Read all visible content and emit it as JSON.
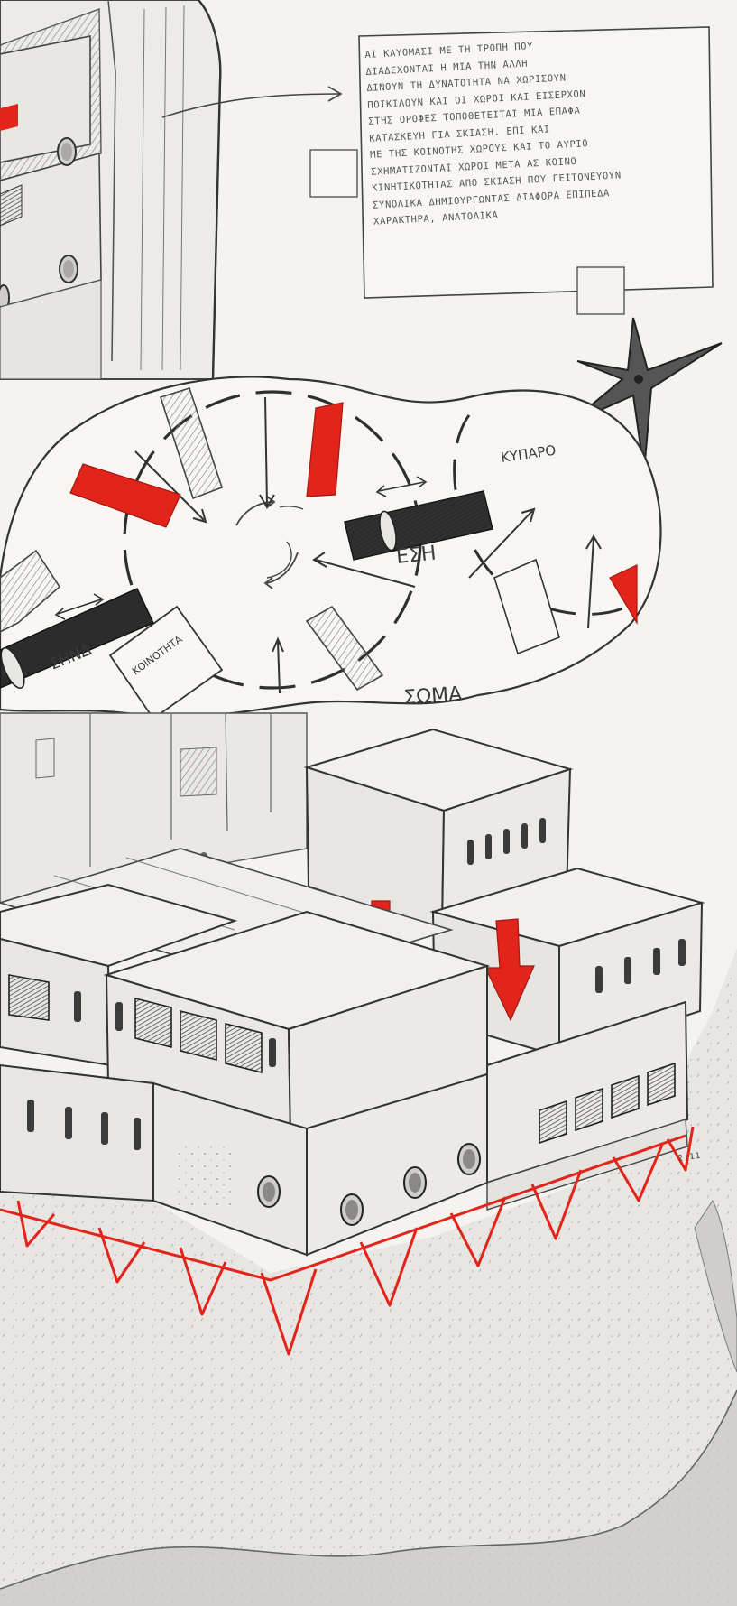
{
  "note": {
    "lines": [
      "ΑΙ ΚΑΥΟΜΑΣΙ ΜΕ ΤΗ ΤΡΟΠΗ ΠΟΥ",
      "ΔΙΑΔΕΧΟΝΤΑΙ Η ΜΙΑ ΤΗΝ ΑΛΛΗ",
      "ΔΙΝΟΥΝ ΤΗ ΔΥΝΑΤΟΤΗΤΑ ΝΑ ΧΩΡΙΣΟΥΝ",
      "ΠΟΙΚΙΛΟΥΝ ΚΑΙ ΟΙ ΧΩΡΟΙ ΚΑΙ ΕΙΣΕΡΧΟΝ",
      "ΣΤΗΣ ΟΡΟΦΕΣ ΤΟΠΟΘΕΤΕΙΤΑΙ ΜΙΑ ΕΠΑΦΑ",
      "ΚΑΤΑΣΚΕΥΗ ΓΙΑ ΣΚΙΑΣΗ. ΕΠΙ ΚΑΙ",
      "ΜΕ ΤΗΣ ΚΟΙΝΟΤΗΣ ΧΩΡΟΥΣ ΚΑΙ ΤΟ ΑΥΡΙΟ",
      "ΣΧΗΜΑΤΙΖΟΝΤΑΙ ΧΩΡΟΙ ΜΕΤΑ ΑΣ ΚΟΙΝΟ",
      "ΚΙΝΗΤΙΚΟΤΗΤΑΣ ΑΠΟ ΣΚΙΑΣΗ ΠΟΥ ΓΕΙΤΟΝΕΥΟΥΝ",
      "ΣΥΝΟΛΙΚΑ ΔΗΜΙΟΥΡΓΩΝΤΑΣ ΔΙΑΦΟΡΑ ΕΠΙΠΕΔΑ",
      "ΧΑΡΑΚΤΗΡΑ, ΑΝΑΤΟΛΙΚΑ"
    ]
  },
  "diagram": {
    "label_kyparo": "ΚΥΠΑΡΟ",
    "label_esi": "ΕΣΗ",
    "label_soma": "ΣΩΜΑ",
    "label_synd": "ΣΗΝΔ",
    "label_card": "ΚΟΙΝΟΤΗΤΑ"
  },
  "signature": "2.11",
  "colors": {
    "paper": "#f4f3f0",
    "pencil": "#3a3a3a",
    "red": "#e3241b",
    "dark_bar": "#2c2c2c",
    "shade": "#9a9a9a"
  }
}
